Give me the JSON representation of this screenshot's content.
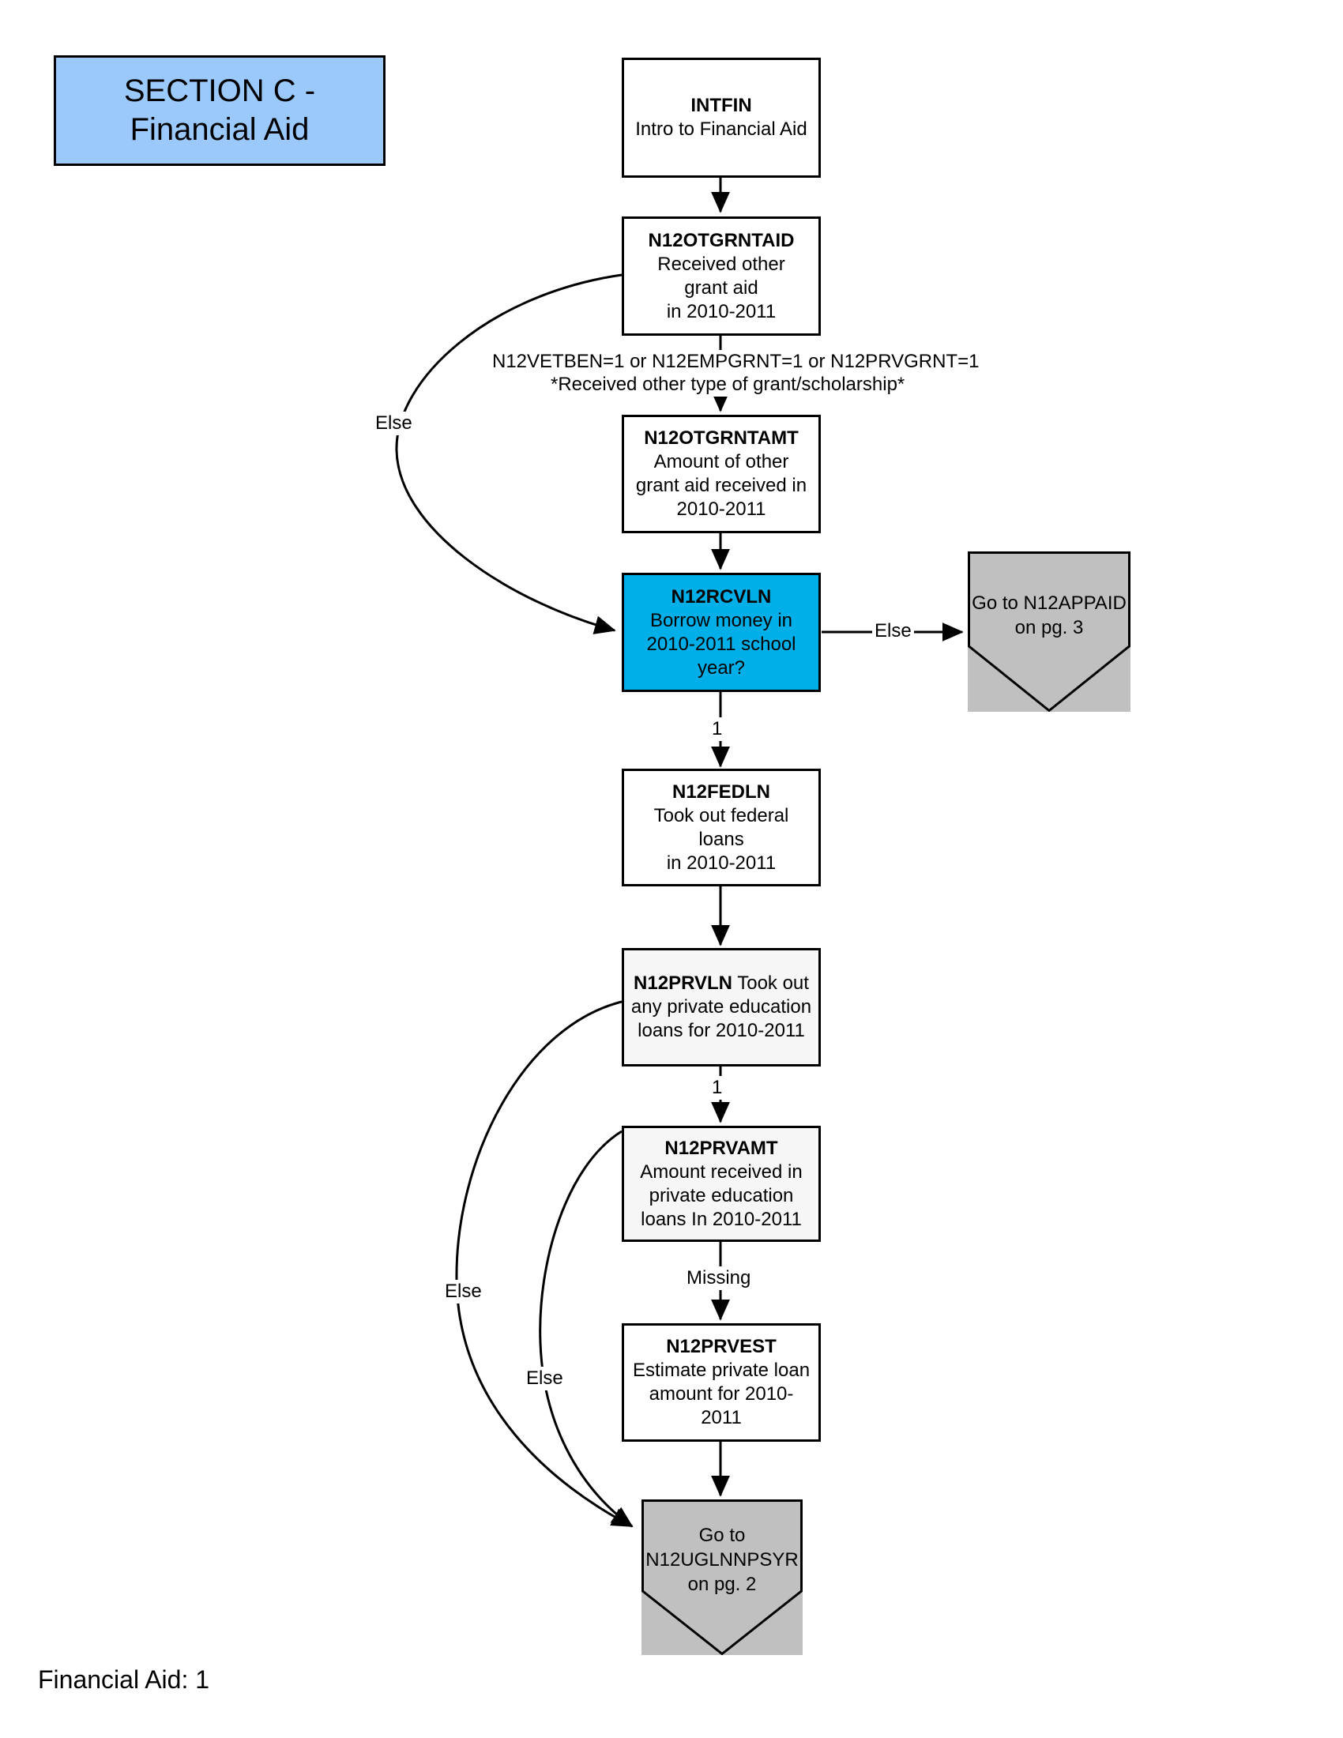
{
  "section_header": {
    "line1": "SECTION C -",
    "line2": "Financial Aid",
    "fill": "#9BC9FB"
  },
  "colors": {
    "highlight_fill": "#00AEE8",
    "shaded_fill": "#F6F6F6",
    "goto_fill": "#C0C0C0",
    "plain_fill": "#FFFFFF",
    "stroke": "#000000"
  },
  "nodes": {
    "intfin": {
      "code": "INTFIN",
      "desc": "Intro to Financial Aid"
    },
    "otgrntaid": {
      "code": "N12OTGRNTAID",
      "desc_line1": "Received other",
      "desc_line2": "grant aid",
      "desc_line3": "in 2010-2011"
    },
    "otgrntamt": {
      "code": "N12OTGRNTAMT",
      "desc": "Amount of other grant aid received in 2010-2011"
    },
    "rcvln": {
      "code": "N12RCVLN",
      "desc": "Borrow money in 2010-2011 school year?"
    },
    "fedln": {
      "code": "N12FEDLN",
      "desc_line1": "Took out federal loans",
      "desc_line2": "in 2010-2011"
    },
    "prvln": {
      "code": "N12PRVLN",
      "desc": "Took out any private education loans for 2010-2011"
    },
    "prvamt": {
      "code": "N12PRVAMT",
      "desc": "Amount received in private education loans In 2010-2011"
    },
    "prvest": {
      "code": "N12PRVEST",
      "desc_line1": "Estimate private loan",
      "desc_line2": "amount for 2010-2011"
    }
  },
  "gotos": {
    "appaid": {
      "line1": "Go to N12APPAID",
      "line2": "on pg. 3"
    },
    "uglnnpsyr": {
      "line1": "Go to",
      "line2": "N12UGLNNPSYR",
      "line3": "on pg. 2"
    }
  },
  "edge_labels": {
    "grant_condition_line1": "N12VETBEN=1 or N12EMPGRNT=1 or N12PRVGRNT=1",
    "grant_condition_line2": "*Received other type of grant/scholarship*",
    "else_otgrntaid": "Else",
    "else_rcvln": "Else",
    "one_rcvln": "1",
    "one_prvln": "1",
    "missing_prvamt": "Missing",
    "else_prvln": "Else",
    "else_prvamt": "Else"
  },
  "footer": {
    "text": "Financial Aid: 1"
  }
}
